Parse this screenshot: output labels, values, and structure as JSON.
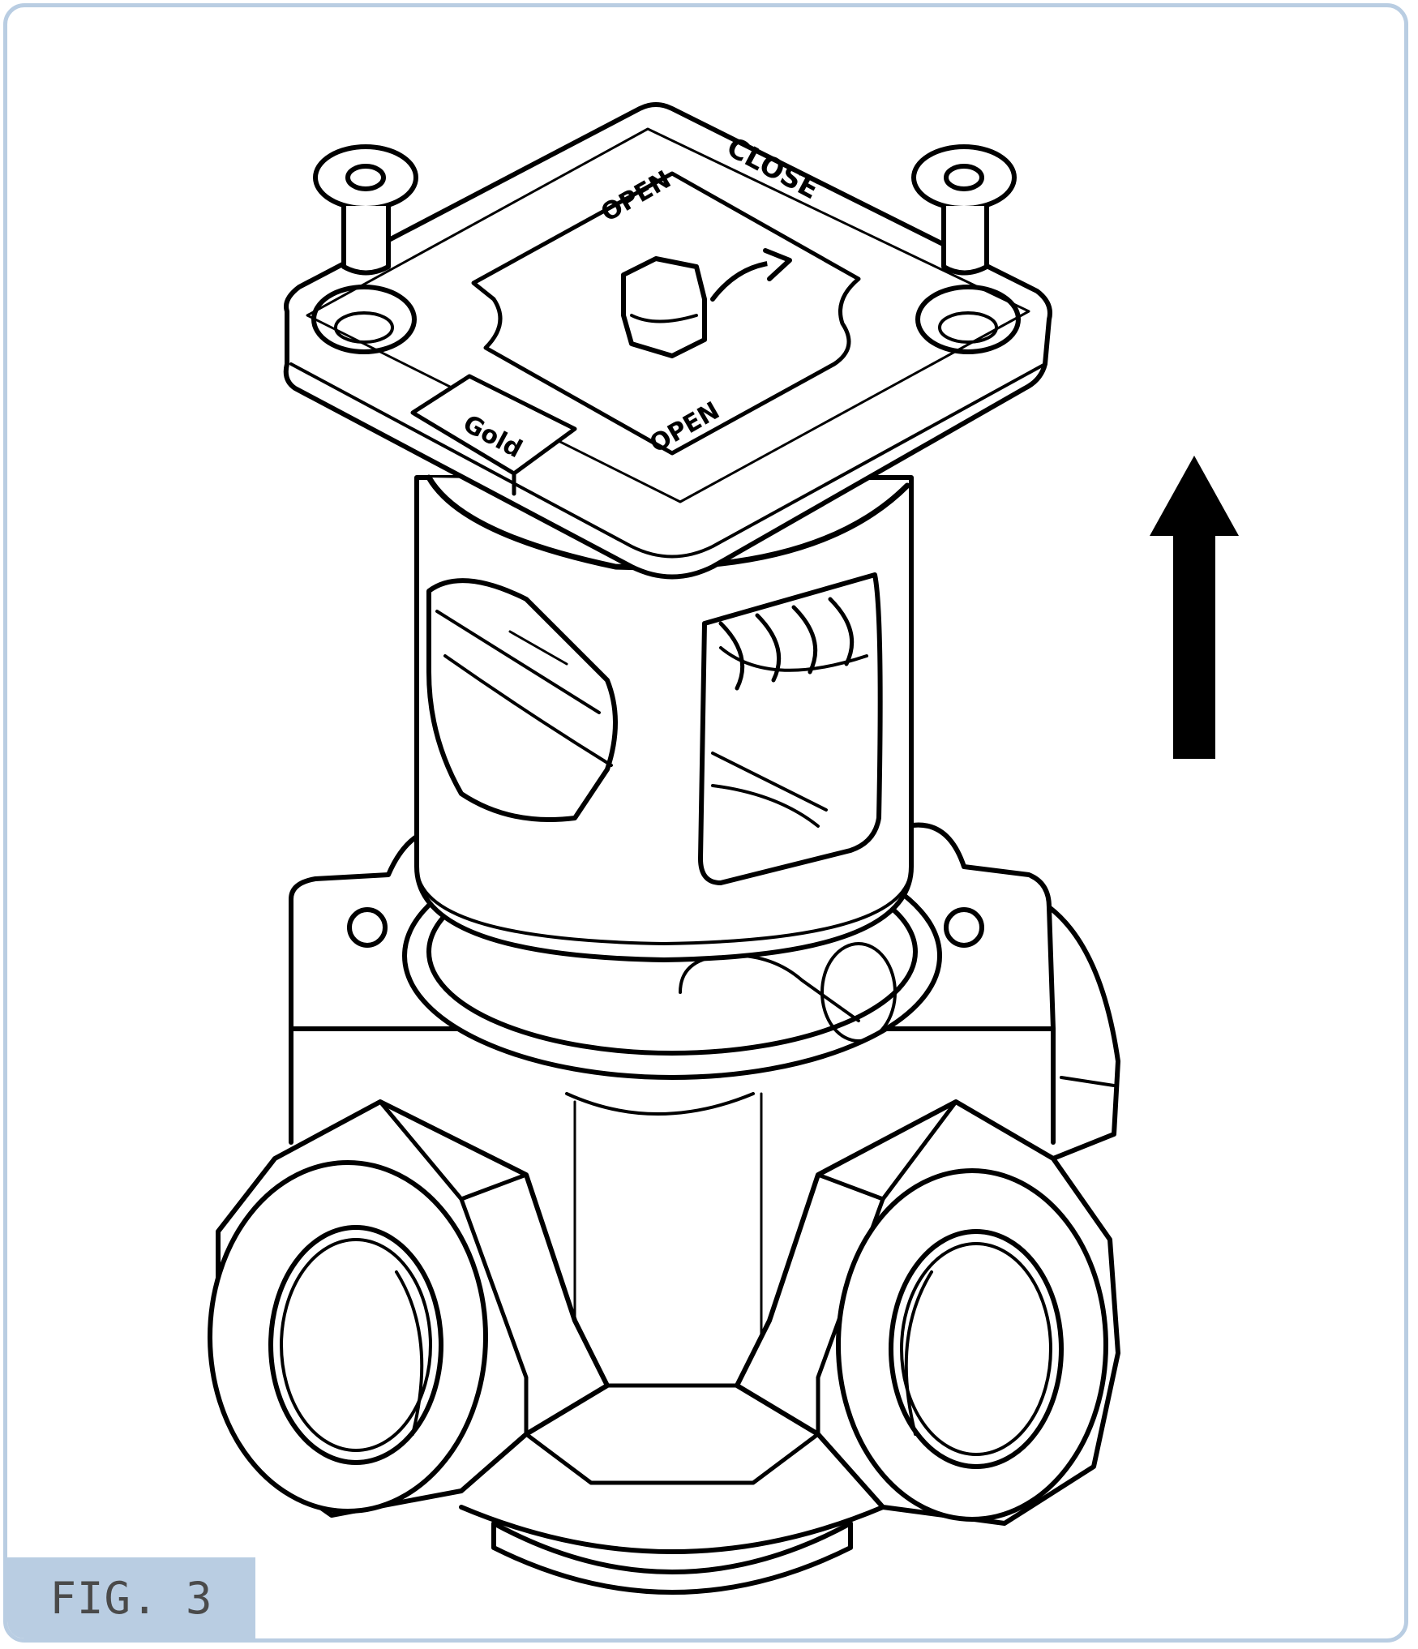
{
  "figure": {
    "label": "FIG. 3",
    "frame_color": "#b9cde2",
    "label_bg_color": "#b9cde2",
    "label_text_color": "#4a4a4a",
    "line_color": "#000000"
  },
  "illustration": {
    "subject": "valve-actuator-assembly",
    "direction_arrow": "up",
    "cap_markings": {
      "top": "CLOSE",
      "right": "OPEN",
      "bottom": "OPEN",
      "side": "Gold"
    }
  }
}
